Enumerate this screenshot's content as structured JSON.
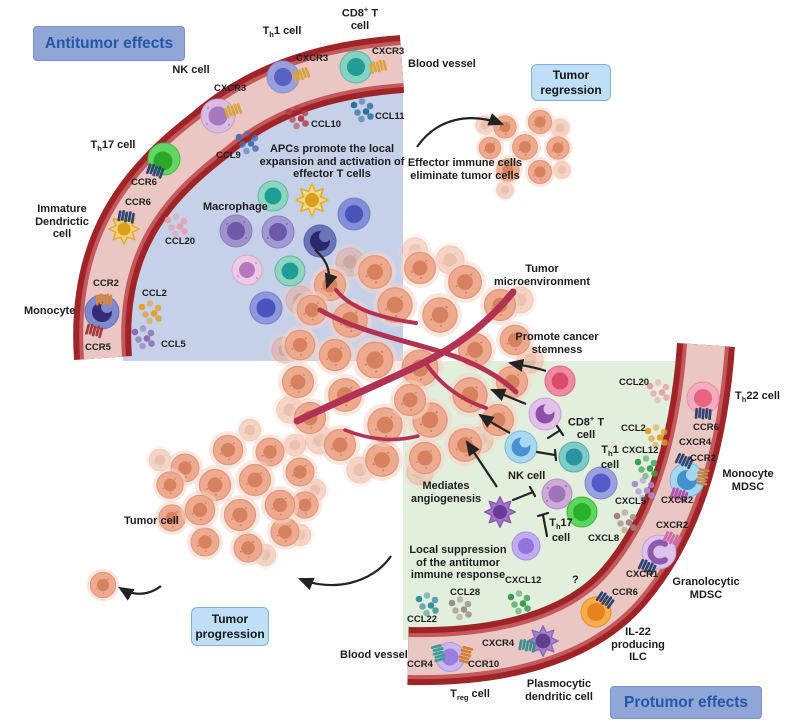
{
  "banners": {
    "antitumor": "Antitumor effects",
    "protumor": "Protumor effects",
    "regression": "Tumor\nregression",
    "progression": "Tumor\nprogression"
  },
  "annotations": {
    "blood_vessel_top": "Blood vessel",
    "blood_vessel_bottom": "Blood vessel",
    "effector": "Effector immune cells\neliminate tumor cells",
    "apc": "APCs promote the local\nexpansion and activation of\neffector T cells",
    "tumor_microenvironment": "Tumor\nmicroenvironment",
    "promote_stemness": "Promote cancer\nstemness",
    "mediates_angiogenesis": "Mediates\nangiogenesis",
    "local_suppression": "Local suppression\nof the antitumor\nimmune response",
    "tumor_cell": "Tumor cell",
    "macrophage": "Macrophage",
    "question_mark": "?"
  },
  "cell_labels": {
    "nk_top": "NK cell",
    "th1_top": {
      "pre": "T",
      "sub": "h",
      "post": "1 cell"
    },
    "cd8_top": {
      "pre": "CD8",
      "sup": "+",
      "post": " T cell"
    },
    "th17_left": {
      "pre": "T",
      "sub": "h",
      "post": "17 cell"
    },
    "immature_dc": "Immature\nDendrictic\ncell",
    "monocyte": "Monocyte",
    "cd8_green": {
      "pre": "CD8",
      "sup": "+",
      "post": " T cell"
    },
    "th1_green": {
      "pre": "T",
      "sub": "h",
      "post": "1 cell"
    },
    "nk_green": "NK cell",
    "th17_green": {
      "pre": "T",
      "sub": "h",
      "post": "17 cell"
    },
    "th22": {
      "pre": "T",
      "sub": "h",
      "post": "22 cell"
    },
    "monocyte_mdsc": "Monocyte\nMDSC",
    "granulocytic_mdsc": "Granolocytic\nMDSC",
    "il22_ilc": "IL-22\nproducing\nILC",
    "plasmocytic_dc": "Plasmocytic\ndendritic cell",
    "treg": {
      "pre": "T",
      "sub": "reg",
      "post": " cell"
    }
  },
  "receptor_labels": {
    "cxcr3_nk": "CXCR3",
    "cxcr3_th1": "CXCR3",
    "cxcr3_cd8": "CXCR3",
    "ccr6_th17": "CCR6",
    "ccr6_idc": "CCR6",
    "ccr2_mono": "CCR2",
    "ccr5_mono": "CCR5",
    "ccr6_th22": "CCR6",
    "cxcr4_mdsc": "CXCR4",
    "ccr2_mdsc": "CCR2",
    "cxcr2_mdsc": "CXCR2",
    "cxcr2_gran": "CXCR2",
    "cxcr1_gran": "CXCR1",
    "ccr6_ilc": "CCR6",
    "cxcr4_pdc": "CXCR4",
    "ccr4_treg": "CCR4",
    "ccr10_treg": "CCR10"
  },
  "chemokine_labels": {
    "ccl9": "CCL9",
    "ccl10": "CCL10",
    "ccl11": "CCL11",
    "ccl20_left": "CCL20",
    "ccl2_left": "CCL2",
    "ccl5": "CCL5",
    "ccl20_right": "CCL20",
    "ccl2_right": "CCL2",
    "cxcl12_right": "CXCL12",
    "cxcl5": "CXCL5",
    "cxcl8": "CXCL8",
    "cxcl12_bottom": "CXCL12",
    "ccl28": "CCL28",
    "ccl22": "CCL22"
  },
  "colors": {
    "antitumor_region": "#c6d0e8",
    "protumor_region": "#e3efdd",
    "vessel_wall": "#9e2428",
    "vessel_wall_inner_line": "#c4585c",
    "vessel_lumen": "#eac7c3",
    "banner_dark_bg": "#8fa6d6",
    "banner_dark_text": "#2456a8",
    "banner_light_bg": "#bfdff7",
    "tumor_cell_body": "#edaa8f",
    "tumor_cell_nucleus": "#d6825f",
    "tumor_vessel": "#b13253",
    "arrow": "#232323"
  }
}
